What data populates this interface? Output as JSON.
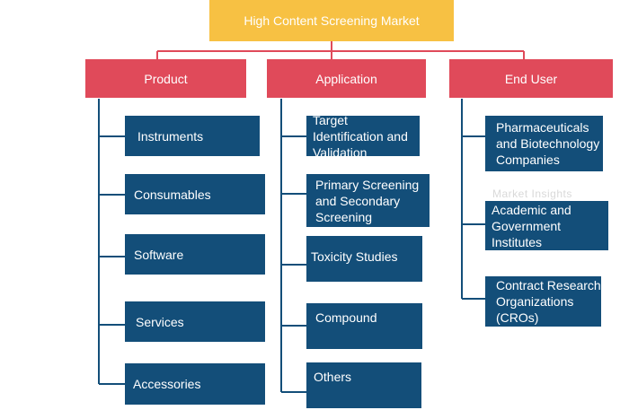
{
  "root": "High Content Screening Market",
  "categories": [
    {
      "label": "Product",
      "items": [
        "Instruments",
        "Consumables",
        "Software",
        "Services",
        "Accessories"
      ]
    },
    {
      "label": "Application",
      "items": [
        "Target Identification and Validation",
        "Primary Screening and Secondary Screening",
        "Toxicity Studies",
        "Compound",
        "Others"
      ]
    },
    {
      "label": "End User",
      "items": [
        "Pharmaceuticals and Biotechnology Companies",
        "Academic and Government Institutes",
        "Contract Research Organizations (CROs)"
      ]
    }
  ],
  "watermark": "Market Insights"
}
